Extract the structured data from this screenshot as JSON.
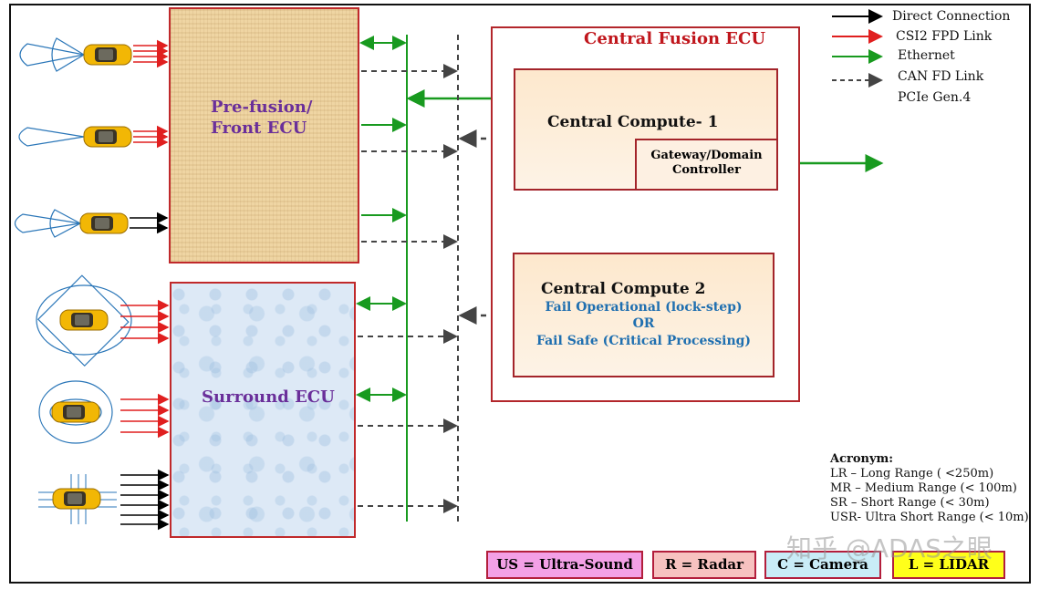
{
  "ecus": {
    "pre_fusion_line1": "Pre-fusion/",
    "pre_fusion_line2": "Front ECU",
    "surround": "Surround ECU",
    "central_fusion": "Central Fusion ECU",
    "cc1": "Central Compute- 1",
    "gateway_line1": "Gateway/Domain",
    "gateway_line2": "Controller",
    "cc2": "Central Compute 2",
    "cc2_line1": "Fail Operational (lock-step)",
    "cc2_line2": "OR",
    "cc2_line3": "Fail Safe (Critical Processing)"
  },
  "legend": {
    "direct": "Direct Connection",
    "csi2": "CSI2 FPD Link",
    "ethernet": "Ethernet",
    "can": "CAN FD Link",
    "pcie": "PCIe Gen.4"
  },
  "acronym": {
    "title": "Acronym:",
    "lr": "LR – Long Range ( <250m)",
    "mr": "MR – Medium Range (< 100m)",
    "sr": "SR – Short Range (< 30m)",
    "usr": "USR- Ultra Short Range (< 10m)"
  },
  "keys": [
    {
      "label": "US = Ultra-Sound",
      "color": "#f3a0e6"
    },
    {
      "label": "R = Radar",
      "color": "#f7c2c0"
    },
    {
      "label": "C = Camera",
      "color": "#c9ecf7"
    },
    {
      "label": "L = LIDAR",
      "color": "#ffff1a"
    }
  ],
  "colors": {
    "direct": "#000000",
    "csi2": "#e01f1f",
    "ethernet": "#189a1f",
    "can": "#444444",
    "pcie": "#7a3aa8"
  },
  "watermark": "知乎 @ADAS之眼"
}
